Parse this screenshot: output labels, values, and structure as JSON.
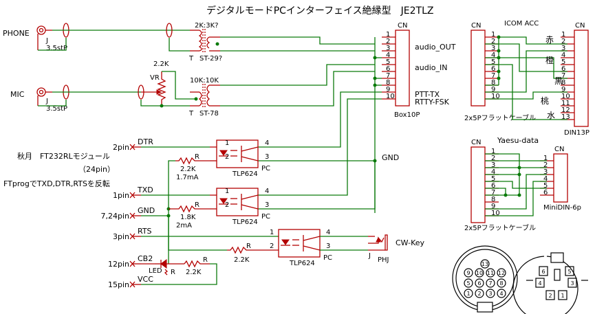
{
  "title": "デジタルモードPCインターフェイス絶縁型　JE2TLZ",
  "inputs": {
    "phone": {
      "label": "PHONE",
      "jack_ref": "J",
      "jack_type": "3.5stP"
    },
    "mic": {
      "label": "MIC",
      "jack_ref": "J",
      "jack_type": "3.5stP"
    }
  },
  "transformers": [
    {
      "ratio": "2K:3K?",
      "ref": "T",
      "part": "ST-29?"
    },
    {
      "ratio": "10K:10K",
      "ref": "T",
      "part": "ST-78"
    }
  ],
  "vr": {
    "ref": "VR",
    "value": "2.2K"
  },
  "box10p": {
    "ref": "CN",
    "part": "Box10P",
    "pins": [
      "1",
      "2",
      "3",
      "4",
      "5",
      "6",
      "7",
      "8",
      "9",
      "10"
    ],
    "signals": [
      "audio_OUT",
      "audio_IN",
      "PTT-TX",
      "RTTY-FSK"
    ]
  },
  "module": {
    "line1": "秋月　FT232RLモジュール",
    "line2": "（24pin）",
    "line3": "FTprogでTXD,DTR,RTSを反転"
  },
  "ft_pins": [
    {
      "pin": "2pin",
      "signal": "DTR"
    },
    {
      "pin": "1pin",
      "signal": "TXD"
    },
    {
      "pin": "7,24pin",
      "signal": "GND"
    },
    {
      "pin": "3pin",
      "signal": "RTS"
    },
    {
      "pin": "12pin",
      "signal": "CB2"
    },
    {
      "pin": "15pin",
      "signal": "VCC"
    }
  ],
  "resistors": [
    {
      "ref": "R",
      "value": "2.2K",
      "current": "1.7mA"
    },
    {
      "ref": "R",
      "value": "1.8K",
      "current": "2mA"
    },
    {
      "ref": "R",
      "value": "2.2K",
      "current": ""
    },
    {
      "ref": "R",
      "value": "2.2K",
      "current": ""
    }
  ],
  "led": {
    "label": "LED",
    "ref": "R"
  },
  "optos": [
    {
      "part": "TLP624",
      "ref": "PC",
      "pins": [
        "1",
        "2",
        "4",
        "3"
      ]
    },
    {
      "part": "TLP624",
      "ref": "PC",
      "pins": [
        "1",
        "2",
        "4",
        "3"
      ]
    },
    {
      "part": "TLP624",
      "ref": "PC",
      "pins": [
        "1",
        "2",
        "4",
        "3"
      ]
    }
  ],
  "gnd_label": "GND",
  "cw": {
    "ref": "J",
    "part": "PHJ",
    "label": "CW-Key"
  },
  "icom": {
    "title": "ICOM ACC",
    "left_ref": "CN",
    "right_ref": "CN",
    "left_part": "2x5Pフラットケーブル",
    "right_part": "DIN13P",
    "left_pins": [
      "1",
      "2",
      "3",
      "4",
      "5",
      "6",
      "7",
      "8",
      "9",
      "10"
    ],
    "right_pins": [
      "1",
      "2",
      "3",
      "4",
      "5",
      "6",
      "7",
      "8",
      "9",
      "10",
      "11",
      "12",
      "13"
    ],
    "colors": [
      "赤",
      "橙",
      "黒",
      "桃",
      "水"
    ]
  },
  "yaesu": {
    "title": "Yaesu-data",
    "left_ref": "CN",
    "right_ref": "CN",
    "left_part": "2x5Pフラットケーブル",
    "right_part": "MiniDIN-6p",
    "left_pins": [
      "1",
      "2",
      "3",
      "4",
      "5",
      "6",
      "7",
      "8",
      "9",
      "10"
    ],
    "right_pins": [
      "1",
      "2",
      "3",
      "4",
      "5",
      "6"
    ]
  },
  "din13_face": [
    "13",
    "9",
    "10",
    "11",
    "12",
    "5",
    "6",
    "7",
    "8",
    "1",
    "2",
    "3",
    "4"
  ],
  "minidin6_face": [
    "6",
    "5",
    "4",
    "3",
    "2",
    "1"
  ]
}
